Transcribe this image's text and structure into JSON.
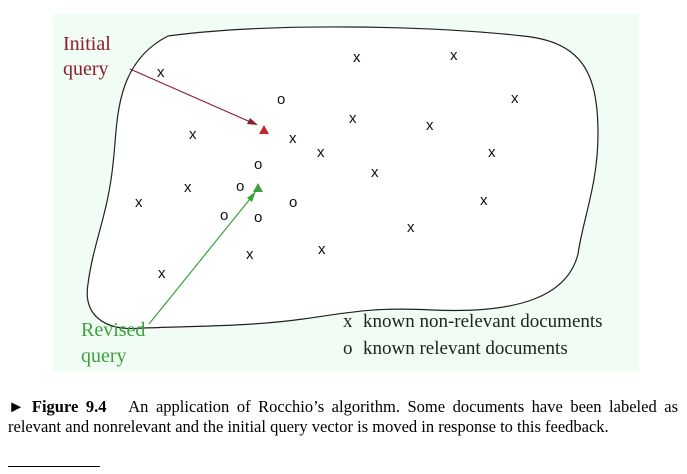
{
  "figure": {
    "background_color": "#f1fcf5",
    "callouts": {
      "initial_query": [
        "Initial",
        "query"
      ],
      "initial_color": "#8b1f2e",
      "revised_query": [
        "Revised",
        "query"
      ],
      "revised_color": "#3aa23a"
    },
    "legend": {
      "nonrelevant_symbol": "x",
      "nonrelevant_label": "known non-relevant documents",
      "relevant_symbol": "o",
      "relevant_label": "known relevant documents"
    },
    "nonrelevant_symbol": "x",
    "relevant_symbol": "o",
    "query_marker_icon": "triangle-icon"
  },
  "caption": {
    "label": "► Figure 9.4",
    "text": "An application of Rocchio’s algorithm. Some documents have been labeled as relevant and nonrelevant and the initial query vector is moved in response to this feedback."
  }
}
